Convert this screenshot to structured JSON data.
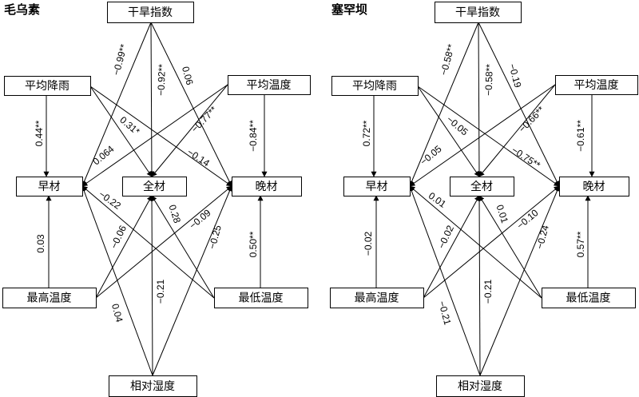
{
  "nodes": {
    "drought": "干旱指数",
    "rain": "平均降雨",
    "temp": "平均温度",
    "early": "早材",
    "whole": "全材",
    "late": "晚材",
    "tmax": "最高温度",
    "tmin": "最低温度",
    "rh": "相对湿度"
  },
  "panels": [
    {
      "title": "毛乌素",
      "edges": [
        {
          "from": "drought",
          "to": "early",
          "label": "−0.99**"
        },
        {
          "from": "drought",
          "to": "whole",
          "label": "−0.92**"
        },
        {
          "from": "drought",
          "to": "late",
          "label": "0.06"
        },
        {
          "from": "rain",
          "to": "early",
          "label": "0.44**"
        },
        {
          "from": "rain",
          "to": "whole",
          "label": "0.31*"
        },
        {
          "from": "rain",
          "to": "late",
          "label": "−0.14"
        },
        {
          "from": "temp",
          "to": "early",
          "label": "0.064"
        },
        {
          "from": "temp",
          "to": "whole",
          "label": "−0.77**"
        },
        {
          "from": "temp",
          "to": "late",
          "label": "−0.84**"
        },
        {
          "from": "tmin",
          "to": "early",
          "label": "−0.22"
        },
        {
          "from": "tmin",
          "to": "whole",
          "label": "0.28"
        },
        {
          "from": "tmin",
          "to": "late",
          "label": "0.50**"
        },
        {
          "from": "tmax",
          "to": "early",
          "label": "0.03"
        },
        {
          "from": "tmax",
          "to": "whole",
          "label": "−0.06"
        },
        {
          "from": "tmax",
          "to": "late",
          "label": "−0.09"
        },
        {
          "from": "rh",
          "to": "early",
          "label": "0.04"
        },
        {
          "from": "rh",
          "to": "whole",
          "label": "−0.21"
        },
        {
          "from": "rh",
          "to": "late",
          "label": "−0.25"
        }
      ]
    },
    {
      "title": "塞罕坝",
      "edges": [
        {
          "from": "drought",
          "to": "early",
          "label": "−0.58**"
        },
        {
          "from": "drought",
          "to": "whole",
          "label": "−0.58**"
        },
        {
          "from": "drought",
          "to": "late",
          "label": "−0.19"
        },
        {
          "from": "rain",
          "to": "early",
          "label": "0.72**"
        },
        {
          "from": "rain",
          "to": "whole",
          "label": "−0.05"
        },
        {
          "from": "rain",
          "to": "late",
          "label": "−0.75**"
        },
        {
          "from": "temp",
          "to": "early",
          "label": "−0.05"
        },
        {
          "from": "temp",
          "to": "whole",
          "label": "−0.66**"
        },
        {
          "from": "temp",
          "to": "late",
          "label": "−0.61**"
        },
        {
          "from": "tmin",
          "to": "early",
          "label": "0.01"
        },
        {
          "from": "tmin",
          "to": "whole",
          "label": "0.01"
        },
        {
          "from": "tmin",
          "to": "late",
          "label": "0.57**"
        },
        {
          "from": "tmax",
          "to": "early",
          "label": "−0.02"
        },
        {
          "from": "tmax",
          "to": "whole",
          "label": "−0.02"
        },
        {
          "from": "tmax",
          "to": "late",
          "label": "−0.10"
        },
        {
          "from": "rh",
          "to": "early",
          "label": "−0.21"
        },
        {
          "from": "rh",
          "to": "whole",
          "label": "−0.21"
        },
        {
          "from": "rh",
          "to": "late",
          "label": "−0.24"
        }
      ]
    }
  ]
}
